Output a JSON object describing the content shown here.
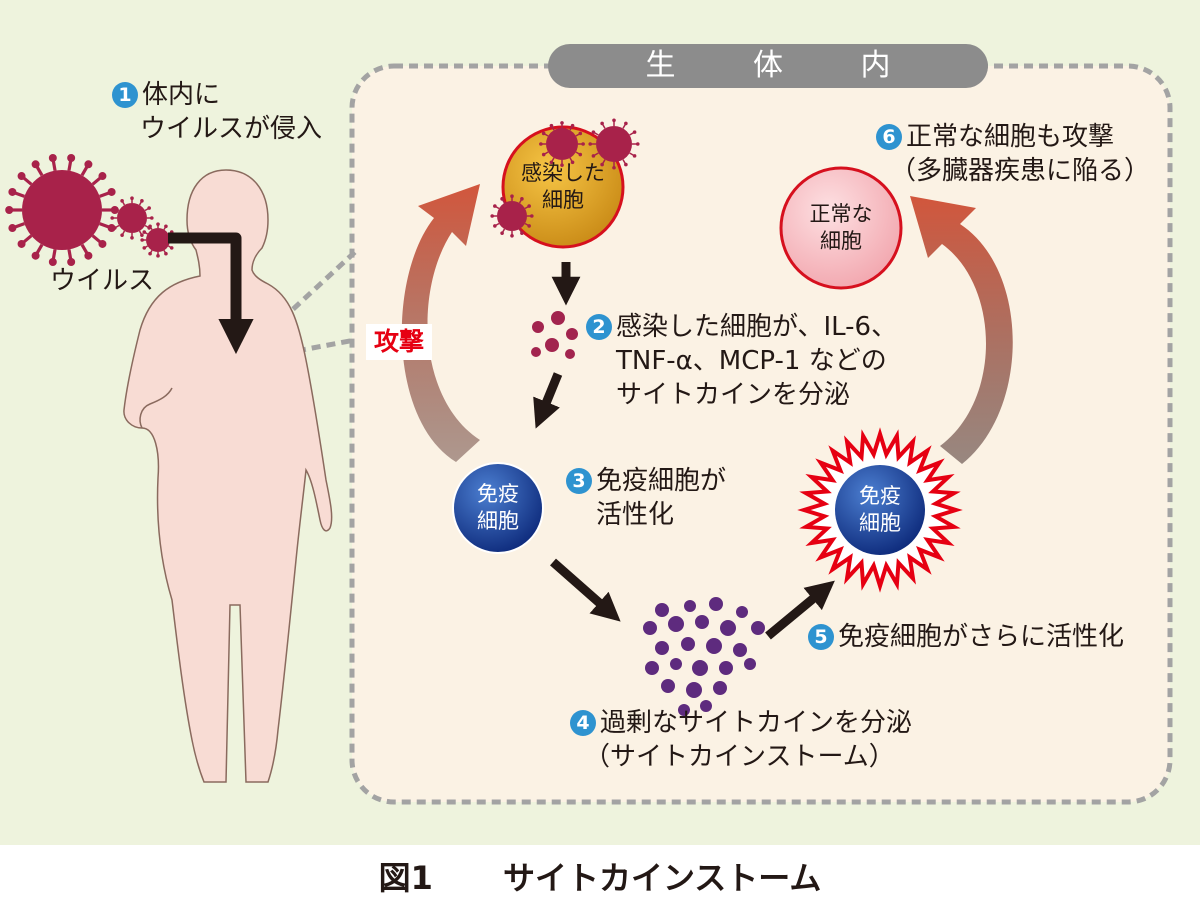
{
  "region_label": "生 体 内",
  "attack_label": "攻撃",
  "virus_label": "ウイルス",
  "steps": [
    {
      "num": "1",
      "lines": [
        "体内に",
        "ウイルスが侵入"
      ]
    },
    {
      "num": "2",
      "lines": [
        "感染した細胞が、IL-6、",
        "TNF-α、MCP-1 などの",
        "サイトカインを分泌"
      ]
    },
    {
      "num": "3",
      "lines": [
        "免疫細胞が",
        "活性化"
      ]
    },
    {
      "num": "4",
      "lines": [
        "過剰なサイトカインを分泌",
        "（サイトカインストーム）"
      ]
    },
    {
      "num": "5",
      "lines": [
        "免疫細胞がさらに活性化"
      ]
    },
    {
      "num": "6",
      "lines": [
        "正常な細胞も攻撃",
        "（多臓器疾患に陥る）"
      ]
    }
  ],
  "cells": {
    "infected": [
      "感染した",
      "細胞"
    ],
    "normal": [
      "正常な",
      "細胞"
    ],
    "immune": [
      "免疫",
      "細胞"
    ],
    "immune_activated": [
      "免疫",
      "細胞"
    ]
  },
  "caption": {
    "figure": "図1",
    "title": "サイトカインストーム"
  },
  "colors": {
    "background": "#eef3dd",
    "region_fill": "#fbf2e4",
    "body": "#f8dcd4",
    "virus": "#a8224a",
    "cytokine": "#5e2b7e",
    "badge": "#2e93d0",
    "attack_text": "#e60012",
    "normal_cell": "#f7c3c8",
    "cycle_arrow_start": "#7a5c55",
    "cycle_arrow_end": "#d2563c"
  }
}
